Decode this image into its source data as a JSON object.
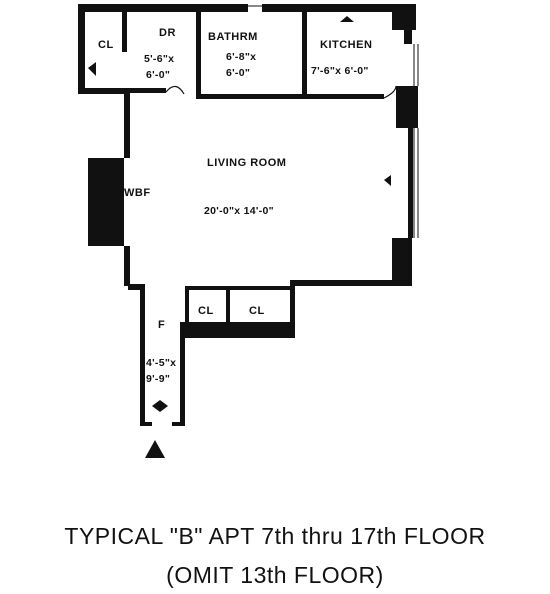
{
  "plan": {
    "rooms": {
      "cl_top": "CL",
      "dr": "DR",
      "dr_dim_1": "5'-6\"x",
      "dr_dim_2": "6'-0\"",
      "bathroom": "BATHRM",
      "bath_dim_1": "6'-8\"x",
      "bath_dim_2": "6'-0\"",
      "kitchen": "KITCHEN",
      "kitchen_dim": "7'-6\"x 6'-0\"",
      "living_room": "LIVING ROOM",
      "living_dim": "20'-0\"x 14'-0\"",
      "wbf": "WBF",
      "cl_foyer": "CL",
      "cl_lower": "CL",
      "foyer": "F",
      "foyer_dim_1": "4'-5\"x",
      "foyer_dim_2": "9'-9\""
    }
  },
  "caption": {
    "line1": "TYPICAL \"B\" APT 7th thru 17th FLOOR",
    "line2": "(OMIT 13th FLOOR)"
  },
  "colors": {
    "wall": "#111111",
    "background": "#ffffff"
  }
}
